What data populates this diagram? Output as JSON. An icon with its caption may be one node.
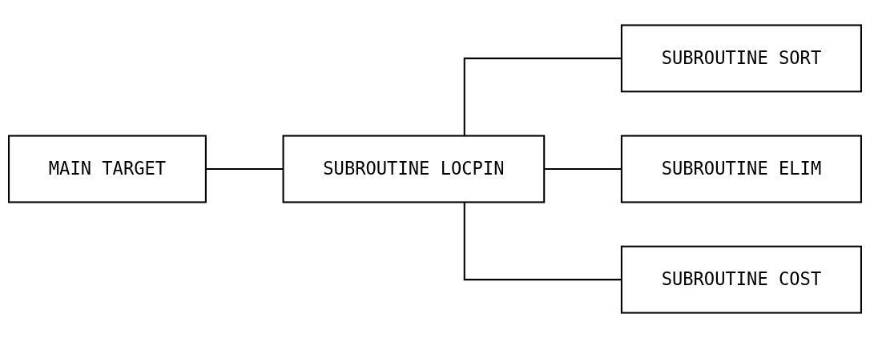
{
  "diagram": {
    "nodes": [
      {
        "text": [
          "MAIN TARGET"
        ]
      },
      {
        "text": [
          "SUBROUTINE LOCPIN"
        ]
      },
      {
        "text": [
          "SUBROUTINE SORT"
        ]
      },
      {
        "text": [
          "SUBROUTINE ELIM"
        ]
      },
      {
        "text": [
          "SUBROUTINE COST"
        ]
      }
    ],
    "edges": [
      {
        "from": 0,
        "to": 1,
        "arrow": "none"
      },
      {
        "from": 1,
        "to": 2,
        "arrow": "none"
      },
      {
        "from": 1,
        "to": 3,
        "arrow": "none"
      },
      {
        "from": 1,
        "to": 4,
        "arrow": "none"
      }
    ]
  }
}
